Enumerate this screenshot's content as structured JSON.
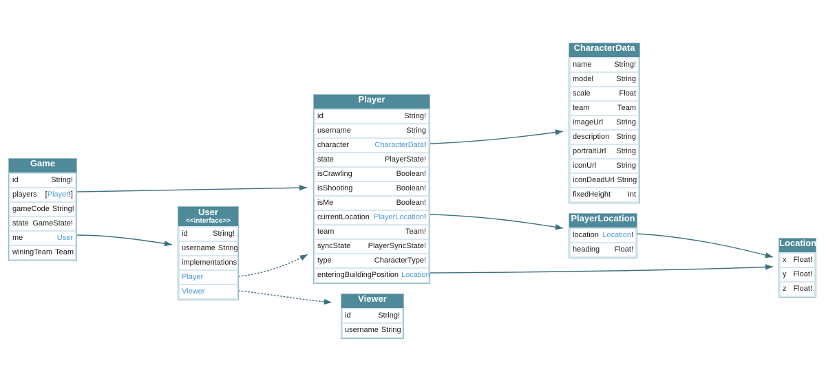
{
  "diagram": {
    "colors": {
      "header_bg": "#4e8a9a",
      "header_text": "#ffffff",
      "row_bg": "#ffffff",
      "frame_bg": "#d7e7ee",
      "frame_border": "#9cbcc9",
      "text": "#222222",
      "link": "#4a9bdc",
      "edge": "#3d7080"
    },
    "tables": [
      {
        "id": "game",
        "title": "Game",
        "rows": [
          {
            "name": "id",
            "type": [
              {
                "t": "String!"
              }
            ]
          },
          {
            "name": "players",
            "type": [
              {
                "t": "["
              },
              {
                "t": "Player",
                "link": true
              },
              {
                "t": "!]"
              }
            ]
          },
          {
            "name": "gameCode",
            "type": [
              {
                "t": "String!"
              }
            ]
          },
          {
            "name": "state",
            "type": [
              {
                "t": "GameState!"
              }
            ]
          },
          {
            "name": "me",
            "type": [
              {
                "t": "User",
                "link": true
              }
            ]
          },
          {
            "name": "winingTeam",
            "type": [
              {
                "t": "Team"
              }
            ]
          }
        ]
      },
      {
        "id": "user",
        "title": "User",
        "subtitle": "<<interface>>",
        "rows": [
          {
            "name": "id",
            "type": [
              {
                "t": "String!"
              }
            ]
          },
          {
            "name": "username",
            "type": [
              {
                "t": "String"
              }
            ]
          },
          {
            "name": "implementations",
            "type": []
          },
          {
            "name": "Player",
            "name_link": true,
            "type": []
          },
          {
            "name": "Viewer",
            "name_link": true,
            "type": []
          }
        ]
      },
      {
        "id": "player",
        "title": "Player",
        "rows": [
          {
            "name": "id",
            "type": [
              {
                "t": "String!"
              }
            ]
          },
          {
            "name": "username",
            "type": [
              {
                "t": "String"
              }
            ]
          },
          {
            "name": "character",
            "type": [
              {
                "t": "CharacterData",
                "link": true
              },
              {
                "t": "!"
              }
            ]
          },
          {
            "name": "state",
            "type": [
              {
                "t": "PlayerState!"
              }
            ]
          },
          {
            "name": "isCrawling",
            "type": [
              {
                "t": "Boolean!"
              }
            ]
          },
          {
            "name": "isShooting",
            "type": [
              {
                "t": "Boolean!"
              }
            ]
          },
          {
            "name": "isMe",
            "type": [
              {
                "t": "Boolean!"
              }
            ]
          },
          {
            "name": "currentLocation",
            "type": [
              {
                "t": "PlayerLocation",
                "link": true
              },
              {
                "t": "!"
              }
            ]
          },
          {
            "name": "team",
            "type": [
              {
                "t": "Team!"
              }
            ]
          },
          {
            "name": "syncState",
            "type": [
              {
                "t": "PlayerSyncState!"
              }
            ]
          },
          {
            "name": "type",
            "type": [
              {
                "t": "CharacterType!"
              }
            ]
          },
          {
            "name": "enteringBuildingPosition",
            "type": [
              {
                "t": "Location",
                "link": true
              }
            ]
          }
        ]
      },
      {
        "id": "characterdata",
        "title": "CharacterData",
        "rows": [
          {
            "name": "name",
            "type": [
              {
                "t": "String!"
              }
            ]
          },
          {
            "name": "model",
            "type": [
              {
                "t": "String"
              }
            ]
          },
          {
            "name": "scale",
            "type": [
              {
                "t": "Float"
              }
            ]
          },
          {
            "name": "team",
            "type": [
              {
                "t": "Team"
              }
            ]
          },
          {
            "name": "imageUrl",
            "type": [
              {
                "t": "String"
              }
            ]
          },
          {
            "name": "description",
            "type": [
              {
                "t": "String"
              }
            ]
          },
          {
            "name": "portraitUrl",
            "type": [
              {
                "t": "String"
              }
            ]
          },
          {
            "name": "iconUrl",
            "type": [
              {
                "t": "String"
              }
            ]
          },
          {
            "name": "iconDeadUrl",
            "type": [
              {
                "t": "String"
              }
            ]
          },
          {
            "name": "fixedHeight",
            "type": [
              {
                "t": "Int"
              }
            ]
          }
        ]
      },
      {
        "id": "playerlocation",
        "title": "PlayerLocation",
        "rows": [
          {
            "name": "location",
            "type": [
              {
                "t": "Location",
                "link": true
              },
              {
                "t": "!"
              }
            ]
          },
          {
            "name": "heading",
            "type": [
              {
                "t": "Float!"
              }
            ]
          }
        ]
      },
      {
        "id": "location",
        "title": "Location",
        "rows": [
          {
            "name": "x",
            "type": [
              {
                "t": "Float!"
              }
            ]
          },
          {
            "name": "y",
            "type": [
              {
                "t": "Float!"
              }
            ]
          },
          {
            "name": "z",
            "type": [
              {
                "t": "Float!"
              }
            ]
          }
        ]
      },
      {
        "id": "viewer",
        "title": "Viewer",
        "rows": [
          {
            "name": "id",
            "type": [
              {
                "t": "String!"
              }
            ]
          },
          {
            "name": "username",
            "type": [
              {
                "t": "String"
              }
            ]
          }
        ]
      }
    ],
    "relations": [
      {
        "from": "Game.players",
        "to": "Player",
        "style": "solid"
      },
      {
        "from": "Game.me",
        "to": "User",
        "style": "solid"
      },
      {
        "from": "Player.character",
        "to": "CharacterData",
        "style": "solid"
      },
      {
        "from": "Player.currentLocation",
        "to": "PlayerLocation",
        "style": "solid"
      },
      {
        "from": "Player.enteringBuildingPosition",
        "to": "Location",
        "style": "solid"
      },
      {
        "from": "PlayerLocation.location",
        "to": "Location",
        "style": "solid"
      },
      {
        "from": "User.Player",
        "to": "Player",
        "style": "dotted"
      },
      {
        "from": "User.Viewer",
        "to": "Viewer",
        "style": "dotted"
      }
    ]
  }
}
